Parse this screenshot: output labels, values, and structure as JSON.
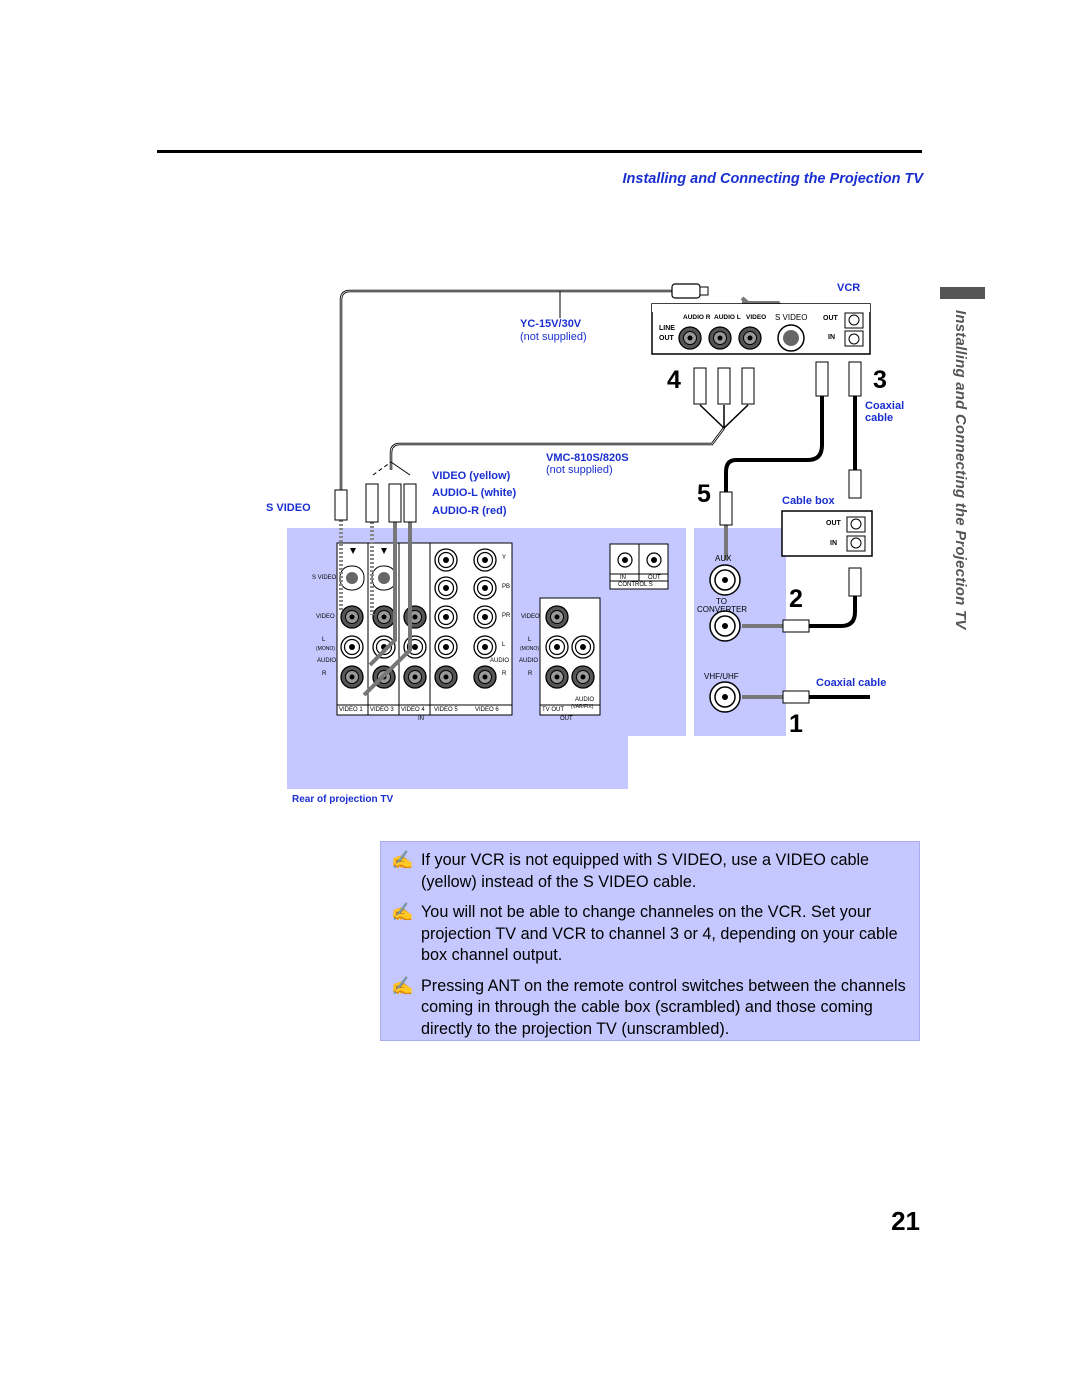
{
  "header": {
    "section_title": "Installing and Connecting the Projection TV"
  },
  "side_tab": {
    "text": "Installing and Connecting the Projection TV"
  },
  "diagram": {
    "vcr_label": "VCR",
    "vcr_jacks": {
      "audio_r": "AUDIO R",
      "audio_l": "AUDIO L",
      "video": "VIDEO",
      "s_video": "S VIDEO",
      "line": "LINE",
      "out": "OUT",
      "out2": "OUT",
      "in": "IN"
    },
    "cable_svideo": {
      "name": "YC-15V/30V",
      "note": "(not supplied)"
    },
    "cable_av": {
      "name": "VMC-810S/820S",
      "note": "(not supplied)"
    },
    "connectors": {
      "video": "VIDEO (yellow)",
      "audio_l": "AUDIO-L (white)",
      "audio_r": "AUDIO-R (red)"
    },
    "s_video_label": "S VIDEO",
    "coaxial_cable_short": [
      "Coaxial",
      "cable"
    ],
    "cable_box": {
      "label": "Cable box",
      "out": "OUT",
      "in": "IN"
    },
    "coaxial_cable": "Coaxial cable",
    "steps": [
      "1",
      "2",
      "3",
      "4",
      "5"
    ],
    "tv_panel": {
      "aux": "AUX",
      "to": "TO",
      "converter": "CONVERTER",
      "vhf_uhf": "VHF/UHF",
      "control_s_in": "IN",
      "control_s_out": "OUT",
      "control_s": "CONTROL S",
      "s_video": "S VIDEO",
      "video": "VIDEO",
      "l": "L",
      "mono": "(MONO)",
      "audio": "AUDIO",
      "r": "R",
      "y": "Y",
      "pb": "PB",
      "pr": "PR",
      "video1": "VIDEO 1",
      "video3": "VIDEO 3",
      "video4": "VIDEO 4",
      "video5": "VIDEO 5",
      "video6": "VIDEO 6",
      "in_label": "IN",
      "tv_out": "TV OUT",
      "audio_var_fix": [
        "AUDIO",
        "(VAR/FIX)"
      ],
      "out_label": "OUT",
      "out_video": "VIDEO",
      "out_l": "L",
      "out_mono": "(MONO)",
      "out_audio": "AUDIO",
      "out_r": "R"
    },
    "caption": "Rear of projection TV"
  },
  "notes": [
    "If your VCR is not equipped with S VIDEO, use a VIDEO cable (yellow) instead of the S VIDEO cable.",
    "You will not be able to change channeles on the VCR. Set your projection TV and VCR to channel 3 or 4, depending on your cable box channel output.",
    "Pressing ANT on the remote control switches between the channels coming in through the cable box (scrambled) and those coming directly to the projection TV (unscrambled)."
  ],
  "page_number": "21",
  "colors": {
    "accent": "#1a2fd0",
    "panel": "#c5c8ff"
  }
}
